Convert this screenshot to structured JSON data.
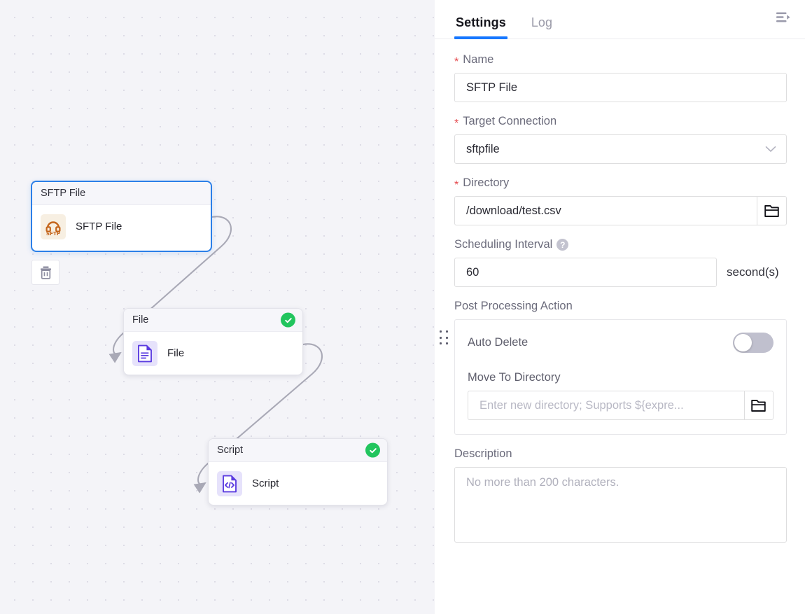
{
  "tabs": [
    {
      "label": "Settings",
      "active": true
    },
    {
      "label": "Log",
      "active": false
    }
  ],
  "collapse_icon": "collapse-panel-icon",
  "canvas": {
    "delete_icon": "trash-icon",
    "nodes": [
      {
        "id": "sftp",
        "header": "SFTP File",
        "label": "SFTP File",
        "icon": "sftp-icon",
        "icon_text": "SFTP",
        "selected": true,
        "status": null
      },
      {
        "id": "file",
        "header": "File",
        "label": "File",
        "icon": "file-document-icon",
        "selected": false,
        "status": "success"
      },
      {
        "id": "script",
        "header": "Script",
        "label": "Script",
        "icon": "script-code-icon",
        "selected": false,
        "status": "success"
      }
    ]
  },
  "form": {
    "name": {
      "label": "Name",
      "required": true,
      "value": "SFTP File"
    },
    "target_connection": {
      "label": "Target Connection",
      "required": true,
      "value": "sftpfile",
      "chevron": "chevron-down-icon"
    },
    "directory": {
      "label": "Directory",
      "required": true,
      "value": "/download/test.csv",
      "browse_icon": "folder-icon"
    },
    "scheduling_interval": {
      "label": "Scheduling Interval",
      "required": false,
      "help_icon": "question-mark-icon",
      "value": "60",
      "unit": "second(s)"
    },
    "post_processing": {
      "label": "Post Processing Action",
      "auto_delete": {
        "label": "Auto Delete",
        "enabled": false
      },
      "move_to_directory": {
        "label": "Move To Directory",
        "value": "",
        "placeholder": "Enter new directory; Supports ${expre...",
        "browse_icon": "folder-icon"
      }
    },
    "description": {
      "label": "Description",
      "value": "",
      "placeholder": "No more than 200 characters."
    }
  },
  "colors": {
    "accent": "#1677ff",
    "required_asterisk": "#e5484d",
    "status_success": "#22c55e",
    "node_selected_border": "#2b7fe8",
    "sftp_icon": "#c4651c",
    "purple_icon": "#5b3ce0",
    "canvas_bg": "#f4f4f8"
  },
  "drag_handle": "panel-resize-handle"
}
